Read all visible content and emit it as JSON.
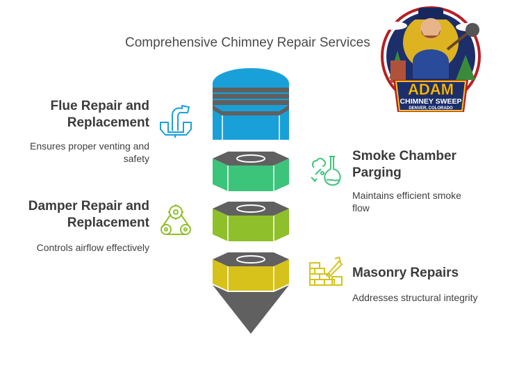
{
  "title": "Comprehensive Chimney Repair Services",
  "services": [
    {
      "heading_lines": [
        "Flue Repair and",
        "Replacement"
      ],
      "description_lines": [
        "Ensures proper venting and",
        "safety"
      ],
      "icon": "pipe-icon",
      "color": "#1aa0d8"
    },
    {
      "heading_lines": [
        "Smoke Chamber",
        "Parging"
      ],
      "description_lines": [
        "Maintains efficient smoke",
        "flow"
      ],
      "icon": "flask-icon",
      "color": "#3cc47a"
    },
    {
      "heading_lines": [
        "Damper Repair and",
        "Replacement"
      ],
      "description_lines": [
        "Controls airflow effectively"
      ],
      "icon": "gear-belt-icon",
      "color": "#8fbf2a"
    },
    {
      "heading_lines": [
        "Masonry Repairs"
      ],
      "description_lines": [
        "Addresses structural integrity"
      ],
      "icon": "bricks-trowel-icon",
      "color": "#d6c21a"
    }
  ],
  "logo": {
    "line1": "ADAM",
    "line2": "CHIMNEY SWEEP",
    "line3": "DENVER, COLORADO",
    "icon": "chimney-sweep-mascot-icon"
  },
  "colors": {
    "gray": "#606060",
    "blue": "#1aa0d8",
    "green": "#3cc47a",
    "lime": "#8fbf2a",
    "yellow": "#d6c21a",
    "logo_navy": "#1c2f6b",
    "logo_red": "#b52025",
    "logo_gold": "#f3c21a"
  }
}
